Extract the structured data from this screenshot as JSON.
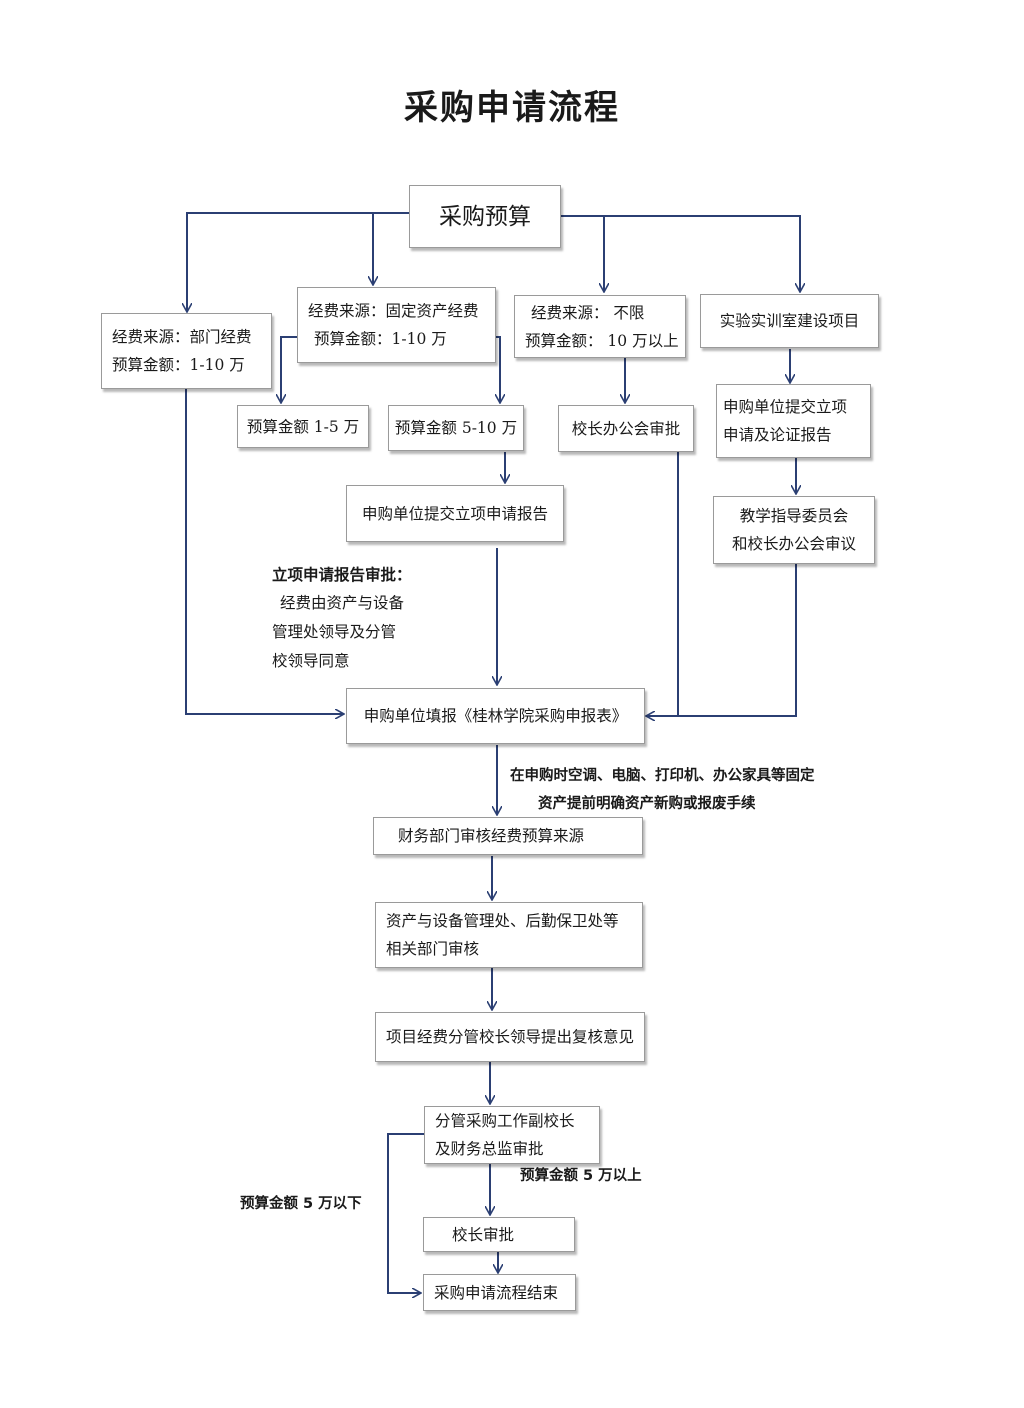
{
  "title": "采购申请流程",
  "nodes": {
    "budget": "采购预算",
    "dept_funds": {
      "line1": "经费来源：部门经费",
      "line2": "预算金额：1-10 万"
    },
    "fixed_asset_funds": {
      "line1": "经费来源：固定资产经费",
      "line2": "预算金额：1-10 万"
    },
    "unlimited_funds": {
      "line1": "经费来源：  不限",
      "line2": "预算金额：  10 万以上"
    },
    "lab_project": "实验实训室建设项目",
    "amount_1_5": "预算金额 1-5 万",
    "amount_5_10": "预算金额 5-10 万",
    "president_office_approval": "校长办公会审批",
    "lab_report": {
      "line1": "申购单位提交立项",
      "line2": "申请及论证报告"
    },
    "project_report": "申购单位提交立项申请报告",
    "teaching_committee": {
      "line1": "教学指导委员会",
      "line2": "和校长办公会审议"
    },
    "fill_form": "申购单位填报《桂林学院采购申报表》",
    "finance_review": "财务部门审核经费预算来源",
    "asset_review": {
      "line1": "资产与设备管理处、后勤保卫处等",
      "line2": "相关部门审核"
    },
    "leader_opinion": "项目经费分管校长领导提出复核意见",
    "vp_approval": {
      "line1": "分管采购工作副校长",
      "line2": "及财务总监审批"
    },
    "president_approval": "校长审批",
    "end": "采购申请流程结束"
  },
  "notes": {
    "report_approval": {
      "line1": "立项申请报告审批：",
      "line2": "经费由资产与设备",
      "line3": "管理处领导及分管",
      "line4": "校领导同意"
    },
    "fixed_asset_note": {
      "line1": "在申购时空调、电脑、打印机、办公家具等固定",
      "line2": "资产提前明确资产新购或报废手续"
    },
    "above_5w": "预算金额 5 万以上",
    "below_5w": "预算金额 5 万以下"
  },
  "colors": {
    "connector": "#2b3f73",
    "box_border": "#9a9a9a",
    "text": "#1a1a1a"
  }
}
